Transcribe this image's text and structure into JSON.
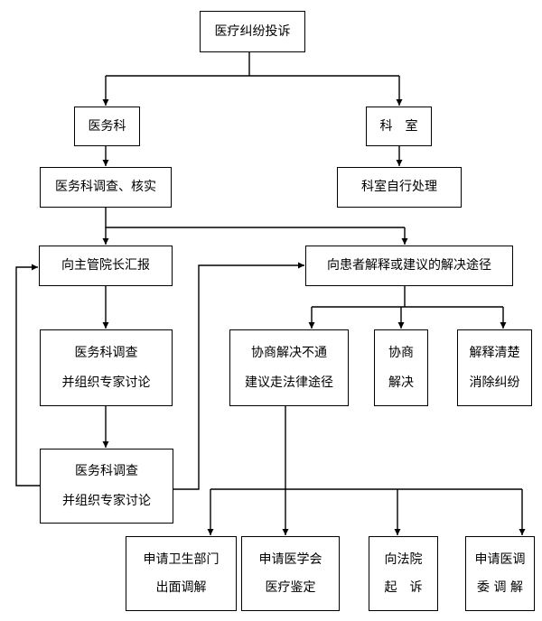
{
  "nodes": {
    "complaint": {
      "lines": [
        "医疗纠纷投诉"
      ]
    },
    "medical_dept": {
      "lines": [
        "医务科"
      ]
    },
    "department": {
      "lines": [
        "科　室"
      ]
    },
    "investigate_verify": {
      "lines": [
        "医务科调查、核实"
      ]
    },
    "dept_self_handle": {
      "lines": [
        "科室自行处理"
      ]
    },
    "report_dean": {
      "lines": [
        "向主管院长汇报"
      ]
    },
    "propose_solution": {
      "lines": [
        "向患者解释或建议的解决途径"
      ]
    },
    "expert_discussion_1": {
      "lines": [
        "医务科调查",
        "并组织专家讨论"
      ]
    },
    "negotiation_failed": {
      "lines": [
        "协商解决不通",
        "建议走法律途径"
      ]
    },
    "negotiate": {
      "lines": [
        "协商",
        "解决"
      ]
    },
    "explain_clear": {
      "lines": [
        "解释清楚",
        "消除纠纷"
      ]
    },
    "expert_discussion_2": {
      "lines": [
        "医务科调查",
        "并组织专家讨论"
      ]
    },
    "health_dept_mediation": {
      "lines": [
        "申请卫生部门",
        "出面调解"
      ]
    },
    "medical_association": {
      "lines": [
        "申请医学会",
        "医疗鉴定"
      ]
    },
    "court": {
      "lines": [
        "向法院",
        "起　诉"
      ]
    },
    "mediation_committee": {
      "lines": [
        "申请医调",
        "委 调 解"
      ]
    }
  }
}
